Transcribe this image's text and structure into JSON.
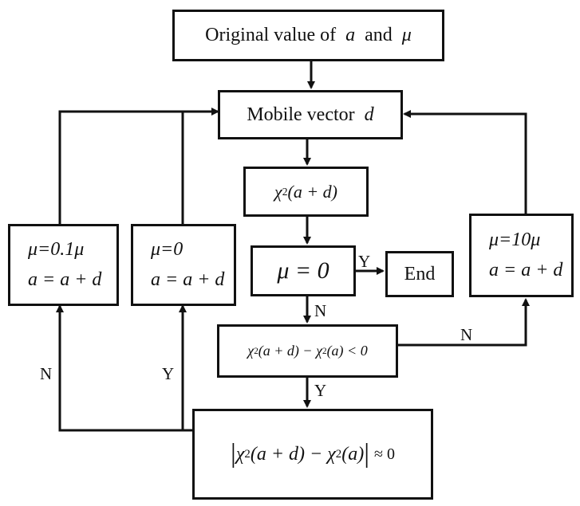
{
  "boxes": {
    "start": {
      "text": "Original value of",
      "var1": "a",
      "and": "and",
      "var2": "μ"
    },
    "mobile": {
      "text": "Mobile vector",
      "var": "d"
    },
    "chi": {
      "chi": "χ",
      "exp": "2",
      "args": "(a + d)"
    },
    "mu_test": {
      "text": "μ = 0"
    },
    "end": {
      "text": "End"
    },
    "diff": {
      "chi1": "χ",
      "exp1": "2",
      "args1": "(a + d) −",
      "chi2": "χ",
      "exp2": "2",
      "args2": "(a) < 0"
    },
    "abs": {
      "bar_open": "|",
      "chi1": "χ",
      "exp1": "2",
      "args1": "(a + d) −",
      "chi2": "χ",
      "exp2": "2",
      "args2": "(a)",
      "bar_close": "|",
      "approx": "≈ 0"
    },
    "mu_small": {
      "line1": "μ=0.1μ",
      "line2": "a = a + d"
    },
    "mu_zero": {
      "line1": "μ=0",
      "line2": "a = a + d"
    },
    "mu_large": {
      "line1": "μ=10μ",
      "line2": "a = a + d"
    }
  },
  "edge_labels": {
    "mu_test_yes": "Y",
    "mu_test_no": "N",
    "diff_yes": "Y",
    "diff_no": "N",
    "abs_yes": "Y",
    "abs_no": "N"
  }
}
